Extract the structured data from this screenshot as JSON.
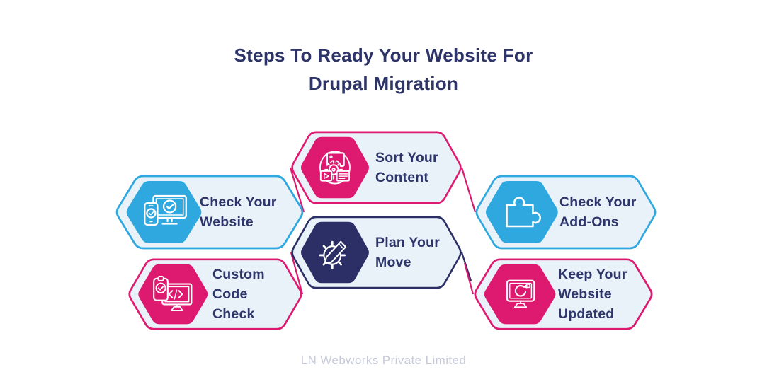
{
  "title": {
    "line1": "Steps To Ready Your Website For",
    "line2": "Drupal Migration"
  },
  "footer": {
    "company": "LN Webworks Private Limited"
  },
  "colors": {
    "pink": "#de1970",
    "blue": "#2fa8df",
    "navy": "#2b2f66",
    "light_bg": "#e9f2f9",
    "title_text": "#2d3468",
    "footer_text": "#c6c9da"
  },
  "steps": [
    {
      "id": "sort-your-content",
      "label": [
        "Sort Your",
        "Content"
      ],
      "color": "pink",
      "icon": "content-sort-icon"
    },
    {
      "id": "check-your-website",
      "label": [
        "Check Your",
        "Website"
      ],
      "color": "blue",
      "icon": "website-check-icon"
    },
    {
      "id": "check-your-add-ons",
      "label": [
        "Check Your",
        "Add-Ons"
      ],
      "color": "blue",
      "icon": "puzzle-icon"
    },
    {
      "id": "plan-your-move",
      "label": [
        "Plan Your",
        "Move"
      ],
      "color": "navy",
      "icon": "gear-pencil-icon"
    },
    {
      "id": "custom-code-check",
      "label": [
        "Custom Code",
        "Check"
      ],
      "color": "pink",
      "icon": "code-check-icon"
    },
    {
      "id": "keep-your-website-updated",
      "label": [
        "Keep Your",
        "Website",
        "Updated"
      ],
      "color": "pink",
      "icon": "website-refresh-icon"
    }
  ]
}
